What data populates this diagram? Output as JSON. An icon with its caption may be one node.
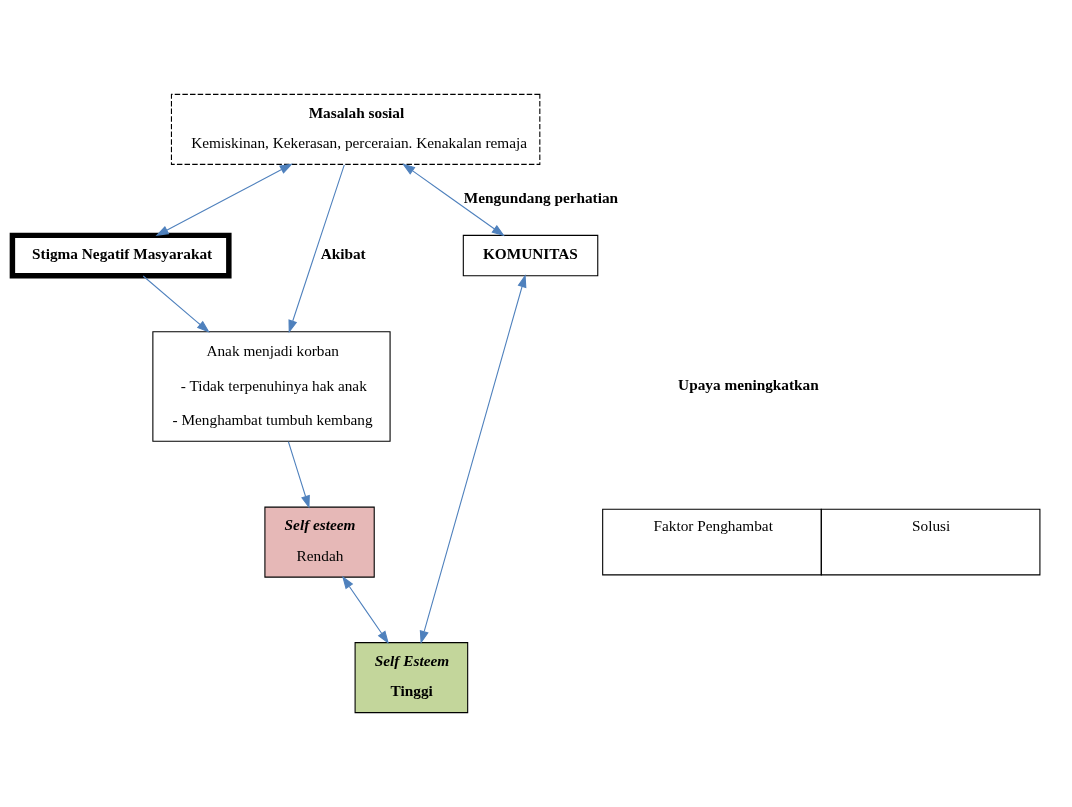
{
  "diagram": {
    "nodes": [
      {
        "text": [
          "Masalah sosial",
          "Kemiskinan, Kekerasan, perceraian. Kenakalan remaja"
        ]
      },
      {
        "text": [
          "Stigma Negatif Masyarakat"
        ]
      },
      {
        "text": [
          "Anak menjadi korban",
          "- Tidak terpenuhinya hak anak",
          "- Menghambat tumbuh kembang"
        ]
      },
      {
        "text": [
          "Self esteem",
          "Rendah"
        ]
      },
      {
        "text": [
          "KOMUNITAS"
        ]
      },
      {
        "text": [
          "Self Esteem",
          "Tinggi"
        ]
      }
    ],
    "edges": [
      {
        "from": 0,
        "to": 1,
        "arrow": "both"
      },
      {
        "from": 1,
        "to": 2,
        "arrow": "to"
      },
      {
        "from": 0,
        "to": 2,
        "arrow": "to",
        "label": "Akibat"
      },
      {
        "from": 2,
        "to": 3,
        "arrow": "to"
      },
      {
        "from": 3,
        "to": 5,
        "arrow": "both"
      },
      {
        "from": 0,
        "to": 4,
        "arrow": "both",
        "label": "Mengundang perhatian"
      },
      {
        "from": 4,
        "to": 5,
        "arrow": "both"
      }
    ],
    "labels": [
      "Upaya meningkatkan",
      "Faktor Penghambat",
      "Solusi"
    ]
  }
}
